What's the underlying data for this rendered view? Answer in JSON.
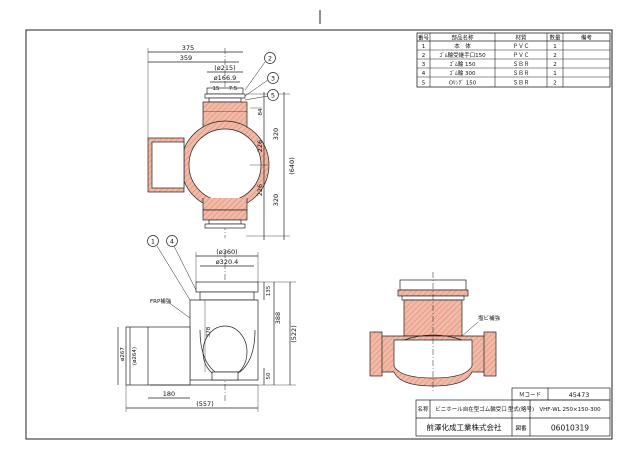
{
  "drawing": {
    "parts_table": {
      "headers": [
        "番号",
        "部品名称",
        "材質",
        "数量",
        "備考"
      ],
      "rows": [
        {
          "no": "1",
          "name": "本　体",
          "material": "ＰＶＣ",
          "qty": "1",
          "note": ""
        },
        {
          "no": "2",
          "name": "ｺﾞﾑ輪受継手口150",
          "material": "ＰＶＣ",
          "qty": "2",
          "note": ""
        },
        {
          "no": "3",
          "name": "ｺﾞﾑ輪 150",
          "material": "ＳＢＲ",
          "qty": "2",
          "note": ""
        },
        {
          "no": "4",
          "name": "ｺﾞﾑ輪 300",
          "material": "ＳＢＲ",
          "qty": "1",
          "note": ""
        },
        {
          "no": "5",
          "name": "Oﾘﾝｸﾞ 150",
          "material": "ＳＢＲ",
          "qty": "2",
          "note": ""
        }
      ]
    },
    "top_view": {
      "dim_375": "375",
      "dim_359": "359",
      "dim_215": "(ø215)",
      "dim_166": "ø166.9",
      "dim_15": "15",
      "dim_75": "7.5",
      "dim_84": "84",
      "dim_320a": "320",
      "dim_226a": "226",
      "dim_640": "(640)",
      "dim_226b": "226",
      "dim_320b": "320",
      "callouts": [
        "2",
        "3",
        "5"
      ]
    },
    "front_view": {
      "dim_360": "(ø360)",
      "dim_320_4": "ø320.4",
      "dim_135": "135",
      "dim_388": "388",
      "dim_522": "(522)",
      "dim_378": "378",
      "dim_50": "50",
      "dim_267": "ø267",
      "dim_264": "(ø264)",
      "dim_180": "180",
      "dim_557": "(557)",
      "frp_label": "FRP補強",
      "callouts": [
        "1",
        "4"
      ]
    },
    "section_view": {
      "label": "塩ビ補強"
    },
    "title_block": {
      "m_code_label": "Ｍコード",
      "m_code_value": "45473",
      "name_label": "名称",
      "name_value": "ビニホール自在型ゴム輪受口",
      "model_label": "型式(略号)",
      "model_value": "VHF-WL 250×150-300",
      "company": "前澤化成工業株式会社",
      "drawing_no_label": "図番",
      "drawing_no": "06010319"
    }
  }
}
